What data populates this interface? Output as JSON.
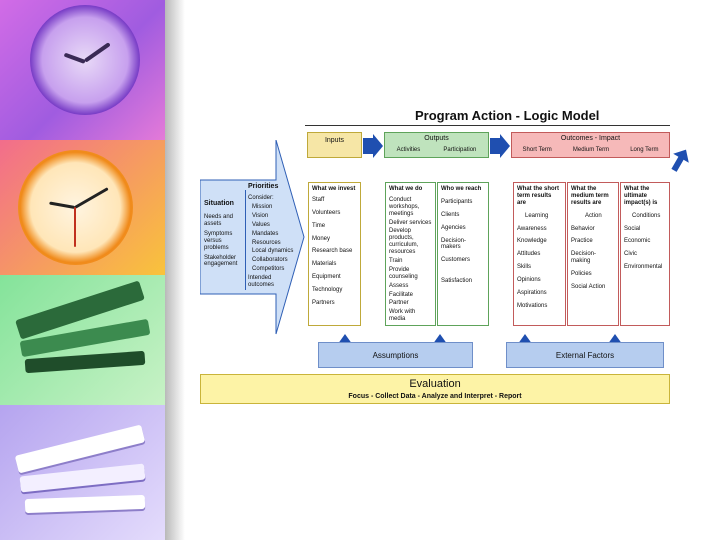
{
  "title": "Program Action - Logic Model",
  "headers": {
    "inputs": "Inputs",
    "outputs": "Outputs",
    "activities": "Activities",
    "participation": "Participation",
    "outcomes": "Outcomes - Impact",
    "short_term": "Short Term",
    "medium_term": "Medium Term",
    "long_term": "Long Term"
  },
  "situation": {
    "title": "Situation",
    "items": [
      "Needs and assets",
      "Symptoms versus problems",
      "Stakeholder engagement"
    ]
  },
  "priorities": {
    "title": "Priorities",
    "items": [
      "Consider:",
      "Mission",
      "Vision",
      "Values",
      "Mandates",
      "Resources",
      "Local dynamics",
      "Collaborators",
      "Competitors",
      "Intended outcomes"
    ]
  },
  "inputs_col": {
    "title": "What we invest",
    "items": [
      "Staff",
      "Volunteers",
      "Time",
      "Money",
      "Research base",
      "Materials",
      "Equipment",
      "Technology",
      "Partners"
    ]
  },
  "activities_col": {
    "title": "What we do",
    "items": [
      "Conduct workshops, meetings",
      "Deliver services",
      "Develop products, curriculum, resources",
      "Train",
      "Provide counseling",
      "Assess",
      "Facilitate",
      "Partner",
      "Work with media"
    ]
  },
  "participation_col": {
    "title": "Who we reach",
    "items": [
      "Participants",
      "Clients",
      "Agencies",
      "Decision-makers",
      "Customers",
      "Satisfaction"
    ]
  },
  "short_col": {
    "title": "What the short term results are",
    "items": [
      "Learning",
      "Awareness",
      "Knowledge",
      "Attitudes",
      "Skills",
      "Opinions",
      "Aspirations",
      "Motivations"
    ]
  },
  "medium_col": {
    "title": "What the medium term results are",
    "items": [
      "Action",
      "Behavior",
      "Practice",
      "Decision-making",
      "Policies",
      "Social Action"
    ]
  },
  "long_col": {
    "title": "What the ultimate impact(s) is",
    "items": [
      "Conditions",
      "Social",
      "Economic",
      "Civic",
      "Environmental"
    ]
  },
  "assumptions": "Assumptions",
  "external_factors": "External Factors",
  "evaluation": {
    "title": "Evaluation",
    "subtitle": "Focus - Collect Data - Analyze and Interpret - Report"
  },
  "colors": {
    "inputs": "#f6e6a6",
    "outputs": "#bfe3bd",
    "outcomes": "#f6b9b9",
    "arrow": "#1f4fb0",
    "evaluation": "#fdf3a6",
    "assumptions": "#b6cdef",
    "situation": "#cfe0f7"
  }
}
